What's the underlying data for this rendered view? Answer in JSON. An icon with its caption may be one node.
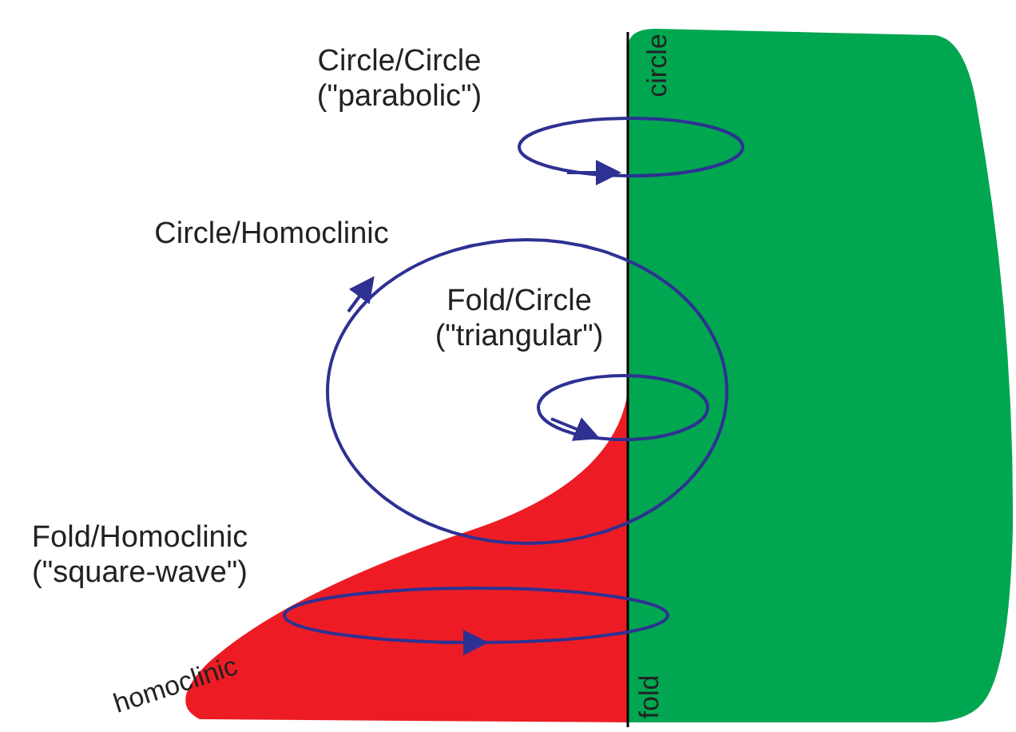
{
  "diagram": {
    "labels": [
      "Circle/Circle (\"parabolic\")",
      "circle",
      "Circle/Homoclinic",
      "Fold/Circle (\"triangular\")",
      "Fold/Homoclinic (\"square-wave\")",
      "homoclinic",
      "fold"
    ]
  }
}
